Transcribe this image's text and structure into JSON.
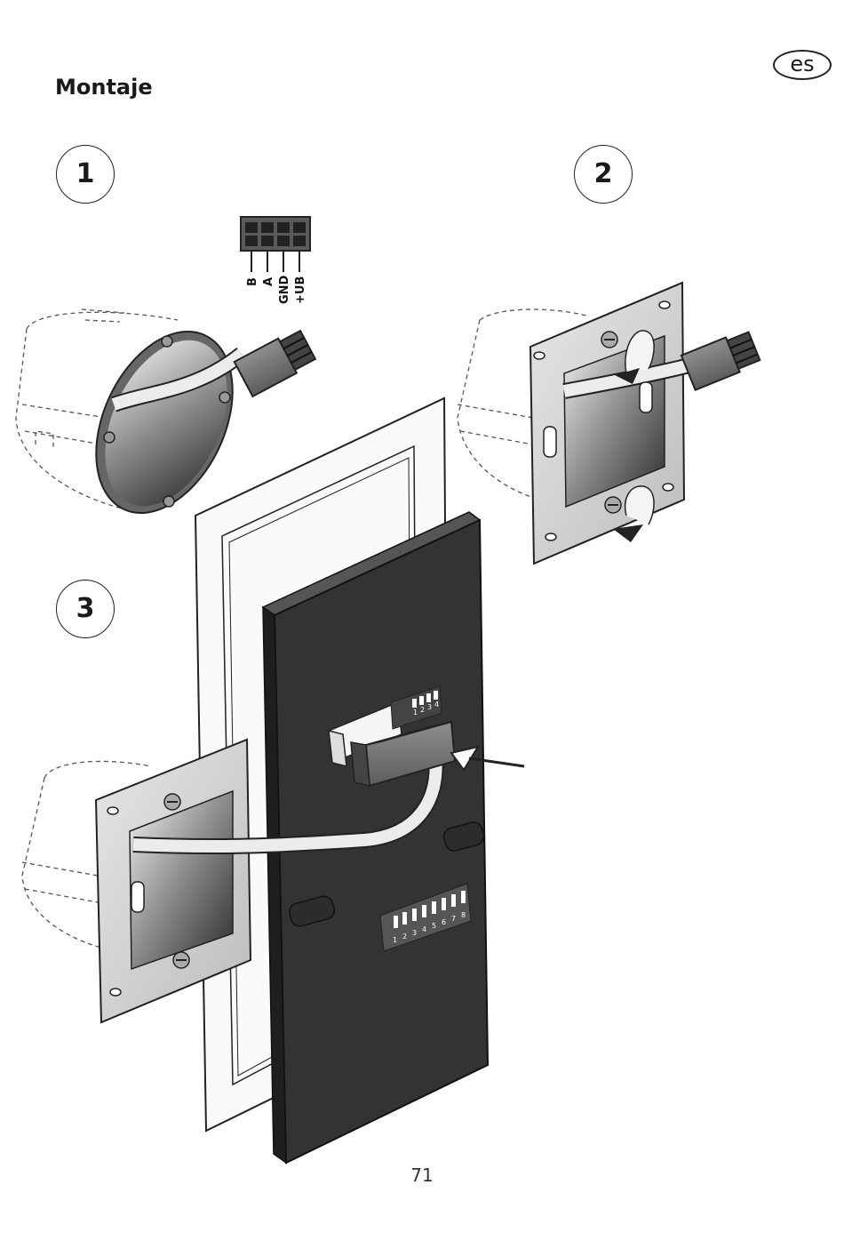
{
  "header": {
    "title": "Montaje",
    "language_badge": "es"
  },
  "steps": [
    {
      "number": "1"
    },
    {
      "number": "2"
    },
    {
      "number": "3"
    }
  ],
  "connector": {
    "pins": [
      "B",
      "A",
      "GND",
      "+UB"
    ]
  },
  "dip_switch_small": {
    "labels": [
      "1",
      "2",
      "3",
      "4"
    ]
  },
  "dip_switch_large": {
    "labels": [
      "1",
      "2",
      "3",
      "4",
      "5",
      "6",
      "7",
      "8"
    ]
  },
  "footer": {
    "page_number": "71"
  }
}
